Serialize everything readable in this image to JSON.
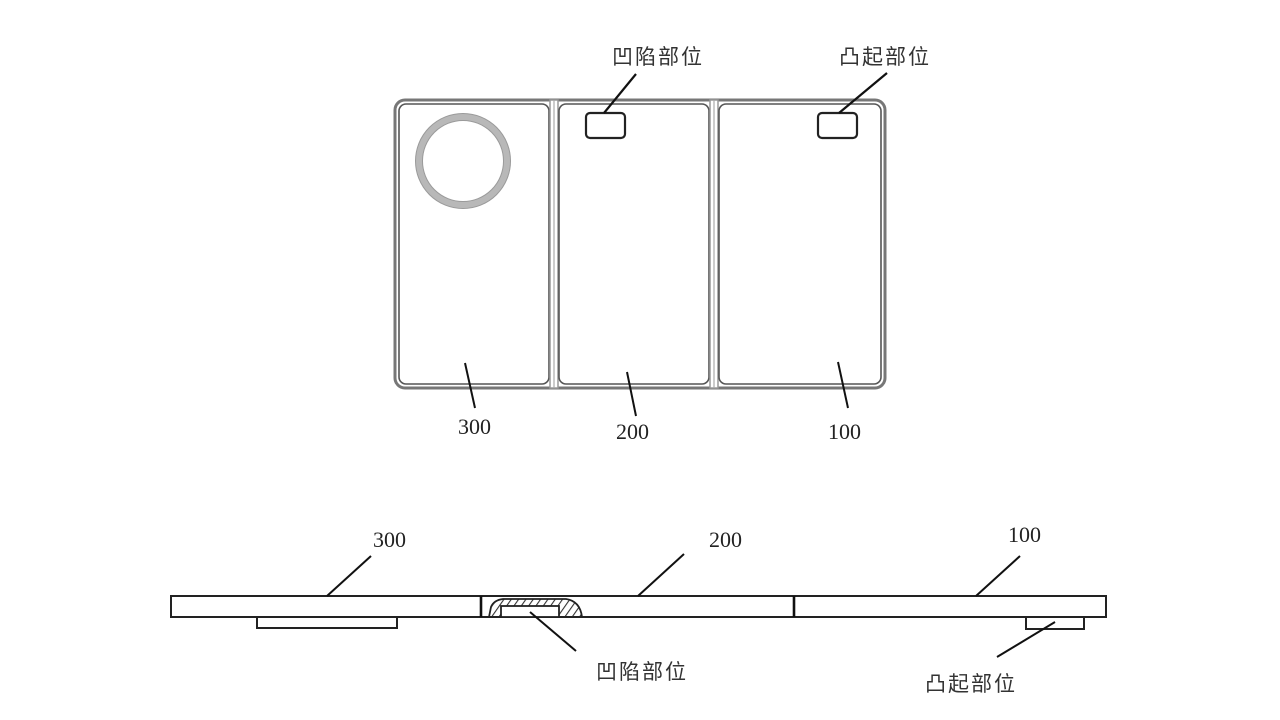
{
  "figure": {
    "top_view": {
      "panels": [
        {
          "id": "300",
          "label": "300",
          "has_ring": true
        },
        {
          "id": "200",
          "label": "200",
          "feature": "recess"
        },
        {
          "id": "100",
          "label": "100",
          "feature": "protrusion"
        }
      ],
      "callouts": {
        "recess_label": "凹陷部位",
        "protrusion_label": "凸起部位"
      }
    },
    "side_view": {
      "panels": [
        {
          "id": "300",
          "label": "300"
        },
        {
          "id": "200",
          "label": "200"
        },
        {
          "id": "100",
          "label": "100"
        }
      ],
      "callouts": {
        "recess_label": "凹陷部位",
        "protrusion_label": "凸起部位"
      }
    }
  },
  "colors": {
    "outline": "#333333",
    "hinge": "#9a9a9a",
    "ring": "#b5b5b5",
    "background": "#ffffff"
  }
}
